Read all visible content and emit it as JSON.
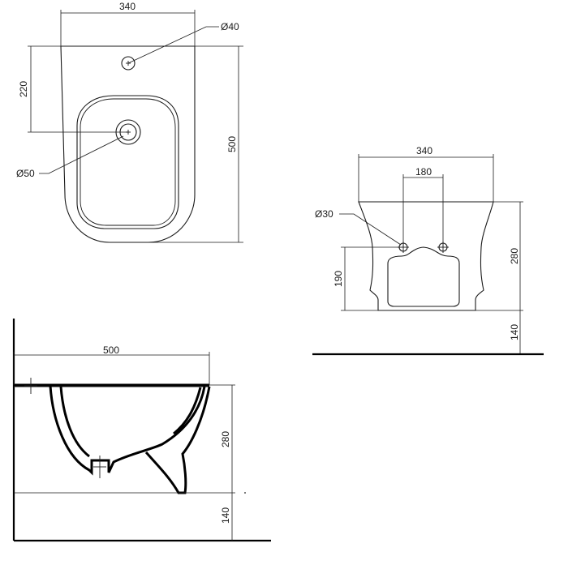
{
  "drawing": {
    "top_view": {
      "width_label": "340",
      "depth_label": "500",
      "tap_hole_offset_label": "220",
      "tap_hole_label": "Ø40",
      "drain_label": "Ø50"
    },
    "front_view": {
      "width_label": "340",
      "fixing_spacing_label": "180",
      "fixing_hole_label": "Ø30",
      "fixing_height_label": "190",
      "height_label": "280",
      "floor_gap_label": "140"
    },
    "side_view": {
      "depth_label": "500",
      "height_label": "280",
      "floor_gap_label": "140"
    }
  }
}
